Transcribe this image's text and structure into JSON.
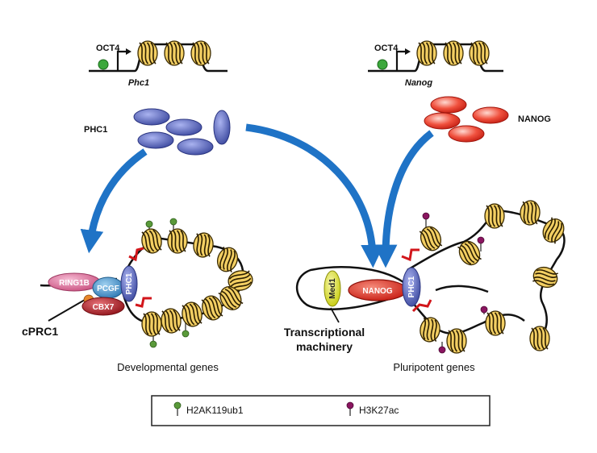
{
  "top_left": {
    "promoter": "OCT4",
    "gene": "Phc1"
  },
  "top_right": {
    "promoter": "OCT4",
    "gene": "Nanog"
  },
  "proteins": {
    "phc1_cluster": "PHC1",
    "nanog_cluster": "NANOG"
  },
  "left_complex": {
    "ring1b": "RING1B",
    "pcgf": "PCGF",
    "phc1": "PHC1",
    "cbx7": "CBX7",
    "name": "cPRC1",
    "caption": "Developmental genes"
  },
  "right_complex": {
    "med1": "Med1",
    "nanog": "NANOG",
    "phc1": "PHC1",
    "machinery": "Transcriptional machinery",
    "machinery_line1": "Transcriptional",
    "machinery_line2": "machinery",
    "caption": "Pluripotent genes"
  },
  "legend": {
    "items": [
      {
        "label": "H2AK119ub1",
        "color": "#5a9a3a"
      },
      {
        "label": "H3K27ac",
        "color": "#8a1560"
      }
    ]
  },
  "colors": {
    "nucleosome": "#f3cf63",
    "phc1": "#5b66b8",
    "nanog": "#e23a2a",
    "arrow": "#1f73c6",
    "ring1b": "#d9709a",
    "cbx7": "#b4232a",
    "pcgf": "#3f93cc",
    "med1": "#dde21a"
  }
}
